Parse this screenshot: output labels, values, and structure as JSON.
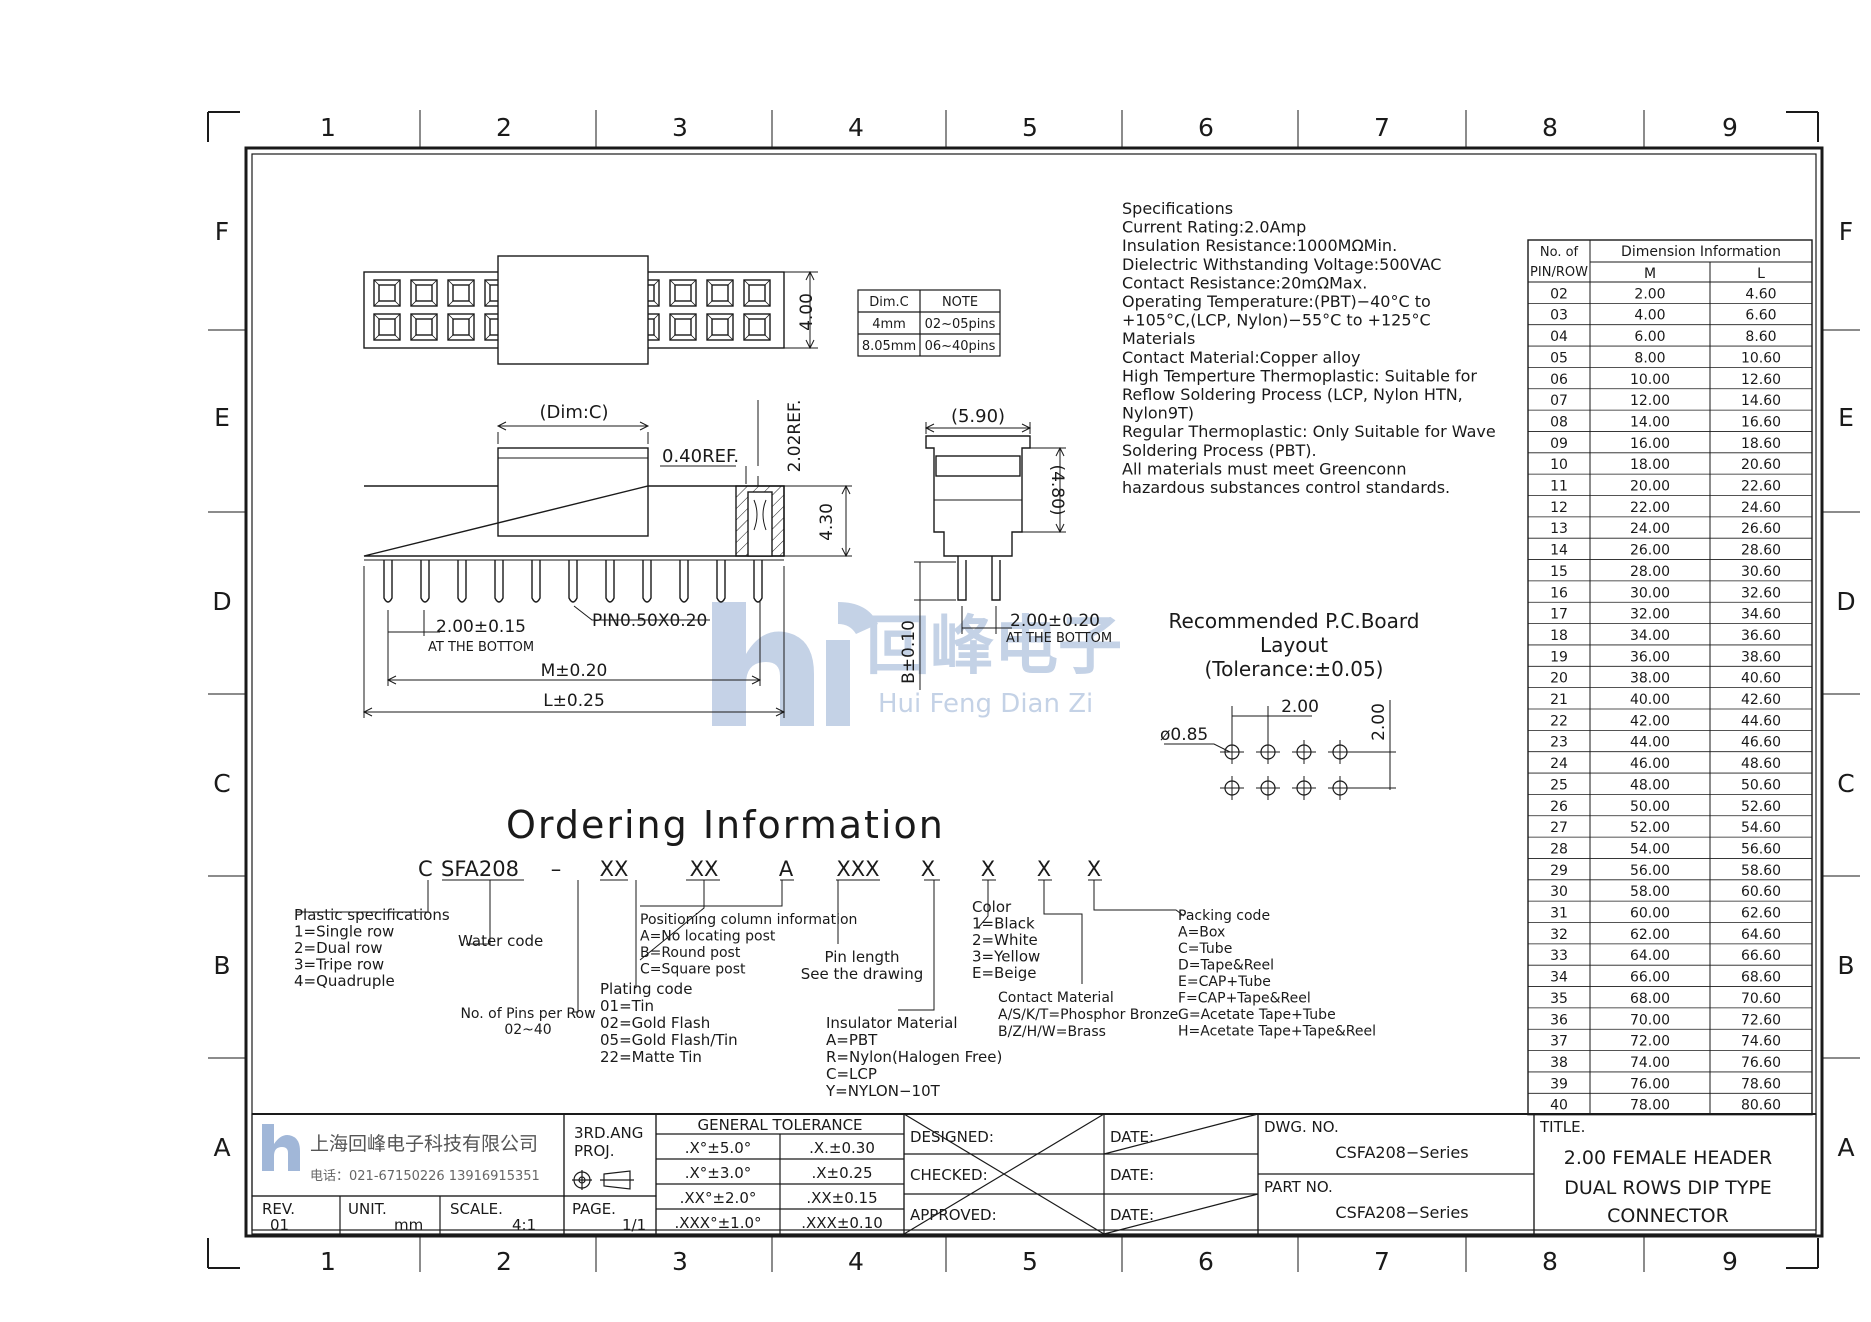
{
  "zones": {
    "columns": [
      "1",
      "2",
      "3",
      "4",
      "5",
      "6",
      "7",
      "8",
      "9"
    ],
    "rows": [
      "F",
      "E",
      "D",
      "C",
      "B",
      "A"
    ]
  },
  "specifications": [
    "Specifications",
    "Current  Rating:2.0Amp",
    "Insulation  Resistance:1000MΩMin.",
    "Dielectric  Withstanding  Voltage:500VAC",
    "Contact  Resistance:20mΩMax.",
    "Operating  Temperature:(PBT)−40°C  to",
    "+105°C,(LCP,  Nylon)−55°C  to  +125°C",
    "Materials",
    "Contact  Material:Copper  alloy",
    "High  Temperture  Thermoplastic:  Suitable  for",
    "Reflow  Soldering  Process  (LCP,  Nylon  HTN,",
    "Nylon9T)",
    "Regular  Thermoplastic:  Only  Suitable  for  Wave",
    "Soldering  Process  (PBT).",
    "All  materials  must  meet  Greenconn",
    "hazardous  substances  control  standards."
  ],
  "dim_note_table": {
    "headers": [
      "Dim.C",
      "NOTE"
    ],
    "rows": [
      [
        "4mm",
        "02~05pins"
      ],
      [
        "8.05mm",
        "06~40pins"
      ]
    ]
  },
  "drawing_labels": {
    "top_height": "4.00",
    "dim_c": "(Dim:C)",
    "ref_040": "0.40REF.",
    "ref_202": "2.02REF.",
    "height_430": "4.30",
    "pitch_front": "2.00±0.15",
    "at_bottom_front": "AT  THE  BOTTOM",
    "pin_size": "PIN0.50X0.20",
    "m_dim": "M±0.20",
    "l_dim": "L±0.25",
    "side_width": "(5.90)",
    "side_height": "(4.80)",
    "pitch_side": "2.00±0.20",
    "at_bottom_side": "AT  THE  BOTTOM",
    "b_dim": "B±0.10"
  },
  "pcb_layout": {
    "title_lines": [
      "Recommended  P.C.Board",
      "Layout",
      "(Tolerance:±0.05)"
    ],
    "hole": "ø0.85",
    "pitch_x": "2.00",
    "pitch_y": "2.00"
  },
  "watermark": {
    "cn": "回峰电子",
    "en": "Hui Feng Dian Zi"
  },
  "ordering": {
    "title": "Ordering  Information",
    "code_parts": [
      "C",
      "SFA208",
      "–",
      "XX",
      "XX",
      "A",
      "XXX",
      "X",
      "X",
      "X",
      "X"
    ],
    "plastic_spec": [
      "Plastic  specifications",
      "1=Single  row",
      "2=Dual  row",
      "3=Tripe  row",
      "4=Quadruple"
    ],
    "water_code": "Water  code",
    "pins_per_row": [
      "No.  of  Pins  per  Row",
      "02~40"
    ],
    "plating": [
      "Plating  code",
      "01=Tin",
      "02=Gold  Flash",
      "05=Gold  Flash/Tin",
      "22=Matte  Tin"
    ],
    "positioning": [
      "Positioning  column  information",
      "A=No  locating  post",
      "B=Round  post",
      "C=Square  post"
    ],
    "pin_length": [
      "Pin  length",
      "See  the  drawing"
    ],
    "insulator": [
      "Insulator  Material",
      "A=PBT",
      "R=Nylon(Halogen  Free)",
      "C=LCP",
      "Y=NYLON−10T"
    ],
    "color": [
      "Color",
      "1=Black",
      "2=White",
      "3=Yellow",
      "E=Beige"
    ],
    "contact_material": [
      "Contact  Material",
      "A/S/K/T=Phosphor  Bronze",
      "B/Z/H/W=Brass"
    ],
    "packing": [
      "Packing  code",
      "A=Box",
      "C=Tube",
      "D=Tape&Reel",
      "E=CAP+Tube",
      "F=CAP+Tape&Reel",
      "G=Acetate  Tape+Tube",
      "H=Acetate  Tape+Tape&Reel"
    ]
  },
  "dimension_table": {
    "header_col1": [
      "No.  of",
      "PIN/ROW"
    ],
    "header_group": "Dimension  Information",
    "sub_headers": [
      "M",
      "L"
    ],
    "rows": [
      [
        "02",
        "2.00",
        "4.60"
      ],
      [
        "03",
        "4.00",
        "6.60"
      ],
      [
        "04",
        "6.00",
        "8.60"
      ],
      [
        "05",
        "8.00",
        "10.60"
      ],
      [
        "06",
        "10.00",
        "12.60"
      ],
      [
        "07",
        "12.00",
        "14.60"
      ],
      [
        "08",
        "14.00",
        "16.60"
      ],
      [
        "09",
        "16.00",
        "18.60"
      ],
      [
        "10",
        "18.00",
        "20.60"
      ],
      [
        "11",
        "20.00",
        "22.60"
      ],
      [
        "12",
        "22.00",
        "24.60"
      ],
      [
        "13",
        "24.00",
        "26.60"
      ],
      [
        "14",
        "26.00",
        "28.60"
      ],
      [
        "15",
        "28.00",
        "30.60"
      ],
      [
        "16",
        "30.00",
        "32.60"
      ],
      [
        "17",
        "32.00",
        "34.60"
      ],
      [
        "18",
        "34.00",
        "36.60"
      ],
      [
        "19",
        "36.00",
        "38.60"
      ],
      [
        "20",
        "38.00",
        "40.60"
      ],
      [
        "21",
        "40.00",
        "42.60"
      ],
      [
        "22",
        "42.00",
        "44.60"
      ],
      [
        "23",
        "44.00",
        "46.60"
      ],
      [
        "24",
        "46.00",
        "48.60"
      ],
      [
        "25",
        "48.00",
        "50.60"
      ],
      [
        "26",
        "50.00",
        "52.60"
      ],
      [
        "27",
        "52.00",
        "54.60"
      ],
      [
        "28",
        "54.00",
        "56.60"
      ],
      [
        "29",
        "56.00",
        "58.60"
      ],
      [
        "30",
        "58.00",
        "60.60"
      ],
      [
        "31",
        "60.00",
        "62.60"
      ],
      [
        "32",
        "62.00",
        "64.60"
      ],
      [
        "33",
        "64.00",
        "66.60"
      ],
      [
        "34",
        "66.00",
        "68.60"
      ],
      [
        "35",
        "68.00",
        "70.60"
      ],
      [
        "36",
        "70.00",
        "72.60"
      ],
      [
        "37",
        "72.00",
        "74.60"
      ],
      [
        "38",
        "74.00",
        "76.60"
      ],
      [
        "39",
        "76.00",
        "78.60"
      ],
      [
        "40",
        "78.00",
        "80.60"
      ]
    ]
  },
  "title_block": {
    "company_cn": "上海回峰电子科技有限公司",
    "company_phone": "电话：021-67150226  13916915351",
    "proj_lines": [
      "3RD.ANG",
      "PROJ."
    ],
    "tolerance_title": "GENERAL  TOLERANCE",
    "tolerances": [
      [
        ".X°±5.0°",
        ".X.±0.30"
      ],
      [
        ".X°±3.0°",
        ".X±0.25"
      ],
      [
        ".XX°±2.0°",
        ".XX±0.15"
      ],
      [
        ".XXX°±1.0°",
        ".XXX±0.10"
      ]
    ],
    "designed": "DESIGNED:",
    "checked": "CHECKED:",
    "approved": "APPROVED:",
    "date": "DATE:",
    "dwg_no_label": "DWG.  NO.",
    "dwg_no": "CSFA208−Series",
    "part_no_label": "PART  NO.",
    "part_no": "CSFA208−Series",
    "title_label": "TITLE.",
    "title_lines": [
      "2.00  FEMALE  HEADER",
      "DUAL  ROWS  DIP  TYPE",
      "CONNECTOR"
    ],
    "rev_label": "REV.",
    "rev": "01",
    "unit_label": "UNIT.",
    "unit": "mm",
    "scale_label": "SCALE.",
    "scale": "4:1",
    "page_label": "PAGE.",
    "page": "1/1"
  },
  "colors": {
    "ink": "#1a1a1a",
    "watermark": "#2f5fa8"
  }
}
